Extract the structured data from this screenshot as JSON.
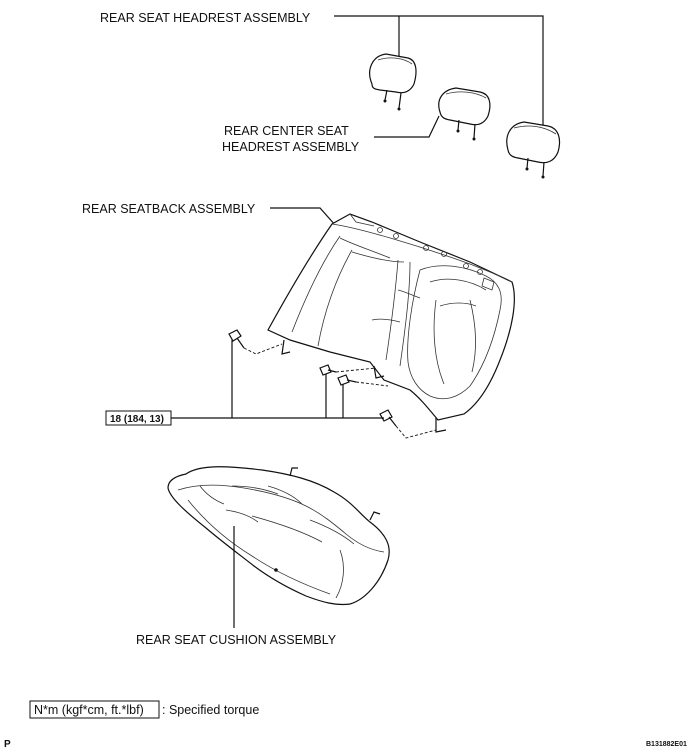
{
  "labels": {
    "rear_seat_headrest_assembly": "REAR SEAT HEADREST ASSEMBLY",
    "rear_center_seat_headrest_line1": "REAR CENTER SEAT",
    "rear_center_seat_headrest_line2": "HEADREST ASSEMBLY",
    "rear_seatback_assembly": "REAR SEATBACK ASSEMBLY",
    "rear_seat_cushion_assembly": "REAR SEAT CUSHION ASSEMBLY"
  },
  "torque": {
    "value": "18 (184, 13)"
  },
  "legend": {
    "unit_box": "N*m (kgf*cm, ft.*lbf)",
    "description": ": Specified torque"
  },
  "footer": {
    "left_mark": "P",
    "figure_code": "B131882E01"
  }
}
